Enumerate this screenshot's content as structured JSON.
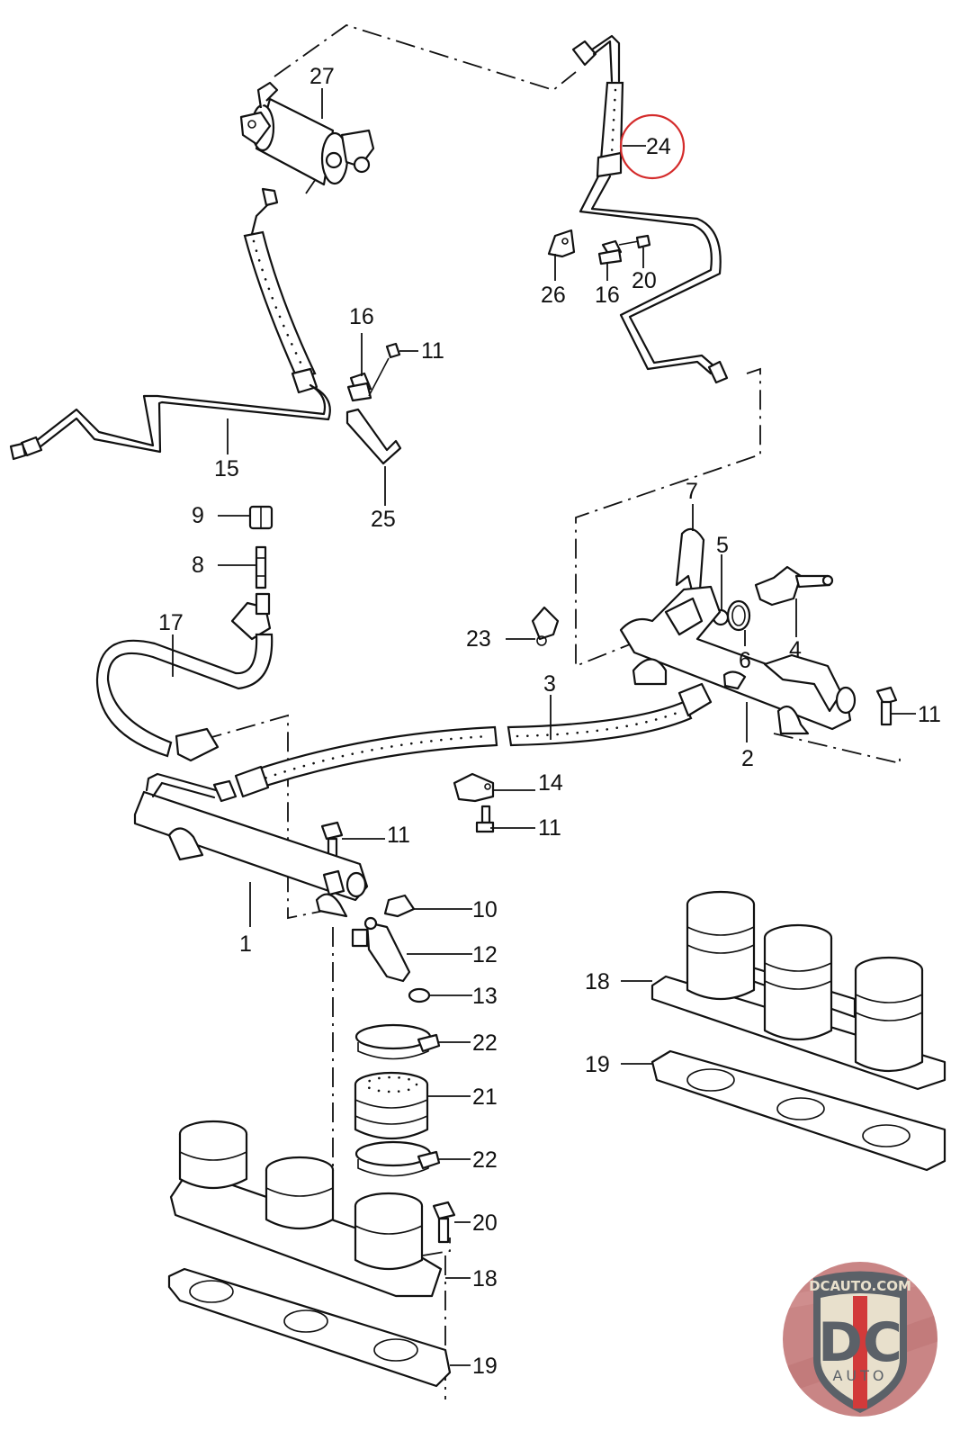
{
  "diagram": {
    "title": "Fuel rail / fuel line exploded parts diagram",
    "highlight_color": "#d42b2b",
    "highlighted_part": "24",
    "callouts": [
      {
        "id": "c27",
        "label": "27",
        "part": "fuel filter"
      },
      {
        "id": "c24",
        "label": "24",
        "part": "fuel hose (highlighted)"
      },
      {
        "id": "c26",
        "label": "26",
        "part": "bracket"
      },
      {
        "id": "c16a",
        "label": "16",
        "part": "clip"
      },
      {
        "id": "c20a",
        "label": "20",
        "part": "bolt"
      },
      {
        "id": "c16b",
        "label": "16",
        "part": "clip"
      },
      {
        "id": "c11a",
        "label": "11",
        "part": "bolt"
      },
      {
        "id": "c15",
        "label": "15",
        "part": "fuel line"
      },
      {
        "id": "c25",
        "label": "25",
        "part": "bracket"
      },
      {
        "id": "c9",
        "label": "9",
        "part": "cap"
      },
      {
        "id": "c8",
        "label": "8",
        "part": "valve"
      },
      {
        "id": "c7",
        "label": "7",
        "part": "retaining clip"
      },
      {
        "id": "c5",
        "label": "5",
        "part": "seal ring"
      },
      {
        "id": "c6",
        "label": "6",
        "part": "o-ring"
      },
      {
        "id": "c4",
        "label": "4",
        "part": "pressure regulator"
      },
      {
        "id": "c23",
        "label": "23",
        "part": "holder"
      },
      {
        "id": "c17",
        "label": "17",
        "part": "fuel line"
      },
      {
        "id": "c3",
        "label": "3",
        "part": "fuel hose"
      },
      {
        "id": "c11b",
        "label": "11",
        "part": "bolt"
      },
      {
        "id": "c2",
        "label": "2",
        "part": "fuel rail right"
      },
      {
        "id": "c14",
        "label": "14",
        "part": "clamp"
      },
      {
        "id": "c11c",
        "label": "11",
        "part": "bolt"
      },
      {
        "id": "c11d",
        "label": "11",
        "part": "bolt"
      },
      {
        "id": "c1",
        "label": "1",
        "part": "fuel rail left"
      },
      {
        "id": "c10",
        "label": "10",
        "part": "clip"
      },
      {
        "id": "c12",
        "label": "12",
        "part": "injector"
      },
      {
        "id": "c13",
        "label": "13",
        "part": "o-ring"
      },
      {
        "id": "c22a",
        "label": "22",
        "part": "hose clamp"
      },
      {
        "id": "c21",
        "label": "21",
        "part": "sleeve"
      },
      {
        "id": "c22b",
        "label": "22",
        "part": "hose clamp"
      },
      {
        "id": "c20b",
        "label": "20",
        "part": "bolt"
      },
      {
        "id": "c18a",
        "label": "18",
        "part": "intake manifold"
      },
      {
        "id": "c19a",
        "label": "19",
        "part": "gasket"
      },
      {
        "id": "c18b",
        "label": "18",
        "part": "intake manifold"
      },
      {
        "id": "c19b",
        "label": "19",
        "part": "gasket"
      }
    ]
  },
  "watermark": {
    "top_text": "DCAUTO.COM",
    "big_text": "DC",
    "sub_text": "AUTO",
    "colors": {
      "badge_bg": "#c98585",
      "shield": "#e8e0cc",
      "text": "#5b6168",
      "stripe": "#d23a3a"
    }
  }
}
